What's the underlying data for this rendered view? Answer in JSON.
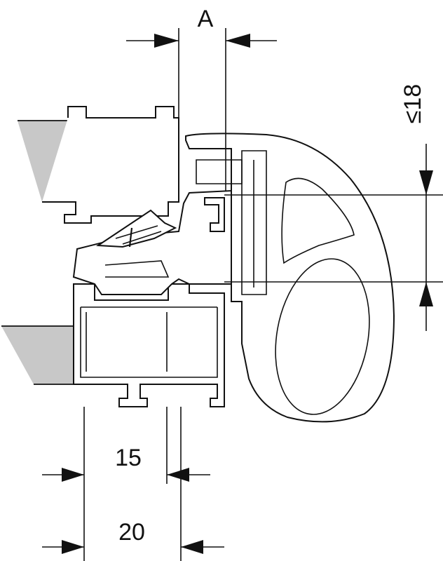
{
  "dimensions": {
    "a_label": "A",
    "height_label": "≤18",
    "width_15_label": "15",
    "width_20_label": "20"
  },
  "colors": {
    "line": "#111111",
    "wall_fill": "#c8c8c8",
    "background": "#ffffff"
  }
}
